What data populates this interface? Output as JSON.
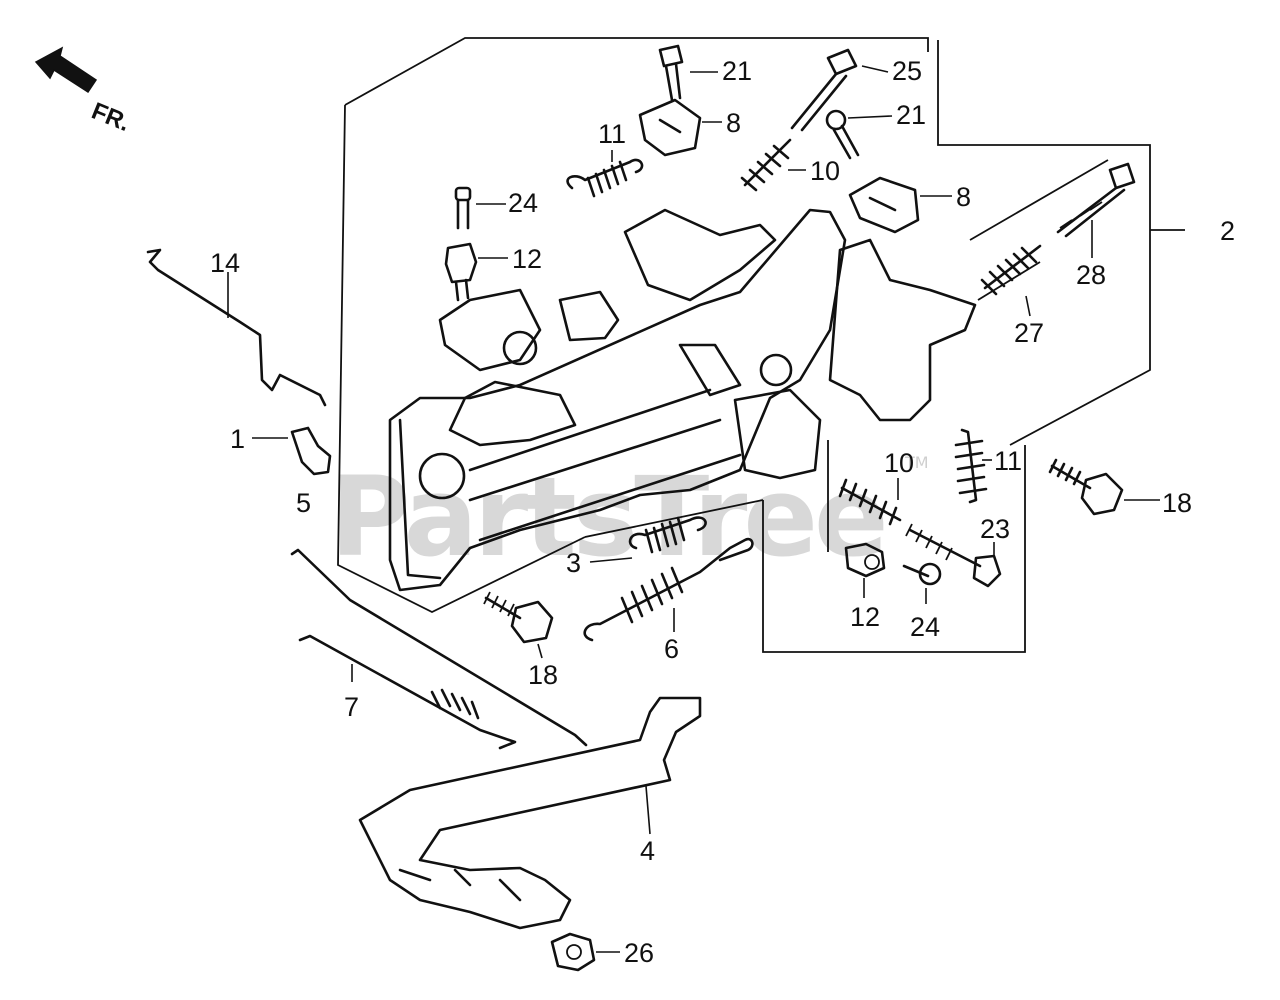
{
  "watermark": {
    "text": "PartsTree",
    "tm": "TM"
  },
  "direction": {
    "label": "FR."
  },
  "callouts": [
    {
      "id": "c21a",
      "text": "21"
    },
    {
      "id": "c25",
      "text": "25"
    },
    {
      "id": "c21b",
      "text": "21"
    },
    {
      "id": "c11a",
      "text": "11"
    },
    {
      "id": "c8a",
      "text": "8"
    },
    {
      "id": "c10a",
      "text": "10"
    },
    {
      "id": "c8b",
      "text": "8"
    },
    {
      "id": "c24a",
      "text": "24"
    },
    {
      "id": "c2",
      "text": "2"
    },
    {
      "id": "c14",
      "text": "14"
    },
    {
      "id": "c12a",
      "text": "12"
    },
    {
      "id": "c28",
      "text": "28"
    },
    {
      "id": "c27",
      "text": "27"
    },
    {
      "id": "c1",
      "text": "1"
    },
    {
      "id": "c5",
      "text": "5"
    },
    {
      "id": "c10b",
      "text": "10"
    },
    {
      "id": "c11b",
      "text": "11"
    },
    {
      "id": "c18a",
      "text": "18"
    },
    {
      "id": "c23",
      "text": "23"
    },
    {
      "id": "c3",
      "text": "3"
    },
    {
      "id": "c12b",
      "text": "12"
    },
    {
      "id": "c24b",
      "text": "24"
    },
    {
      "id": "c6",
      "text": "6"
    },
    {
      "id": "c18b",
      "text": "18"
    },
    {
      "id": "c7",
      "text": "7"
    },
    {
      "id": "c4",
      "text": "4"
    },
    {
      "id": "c26",
      "text": "26"
    }
  ]
}
